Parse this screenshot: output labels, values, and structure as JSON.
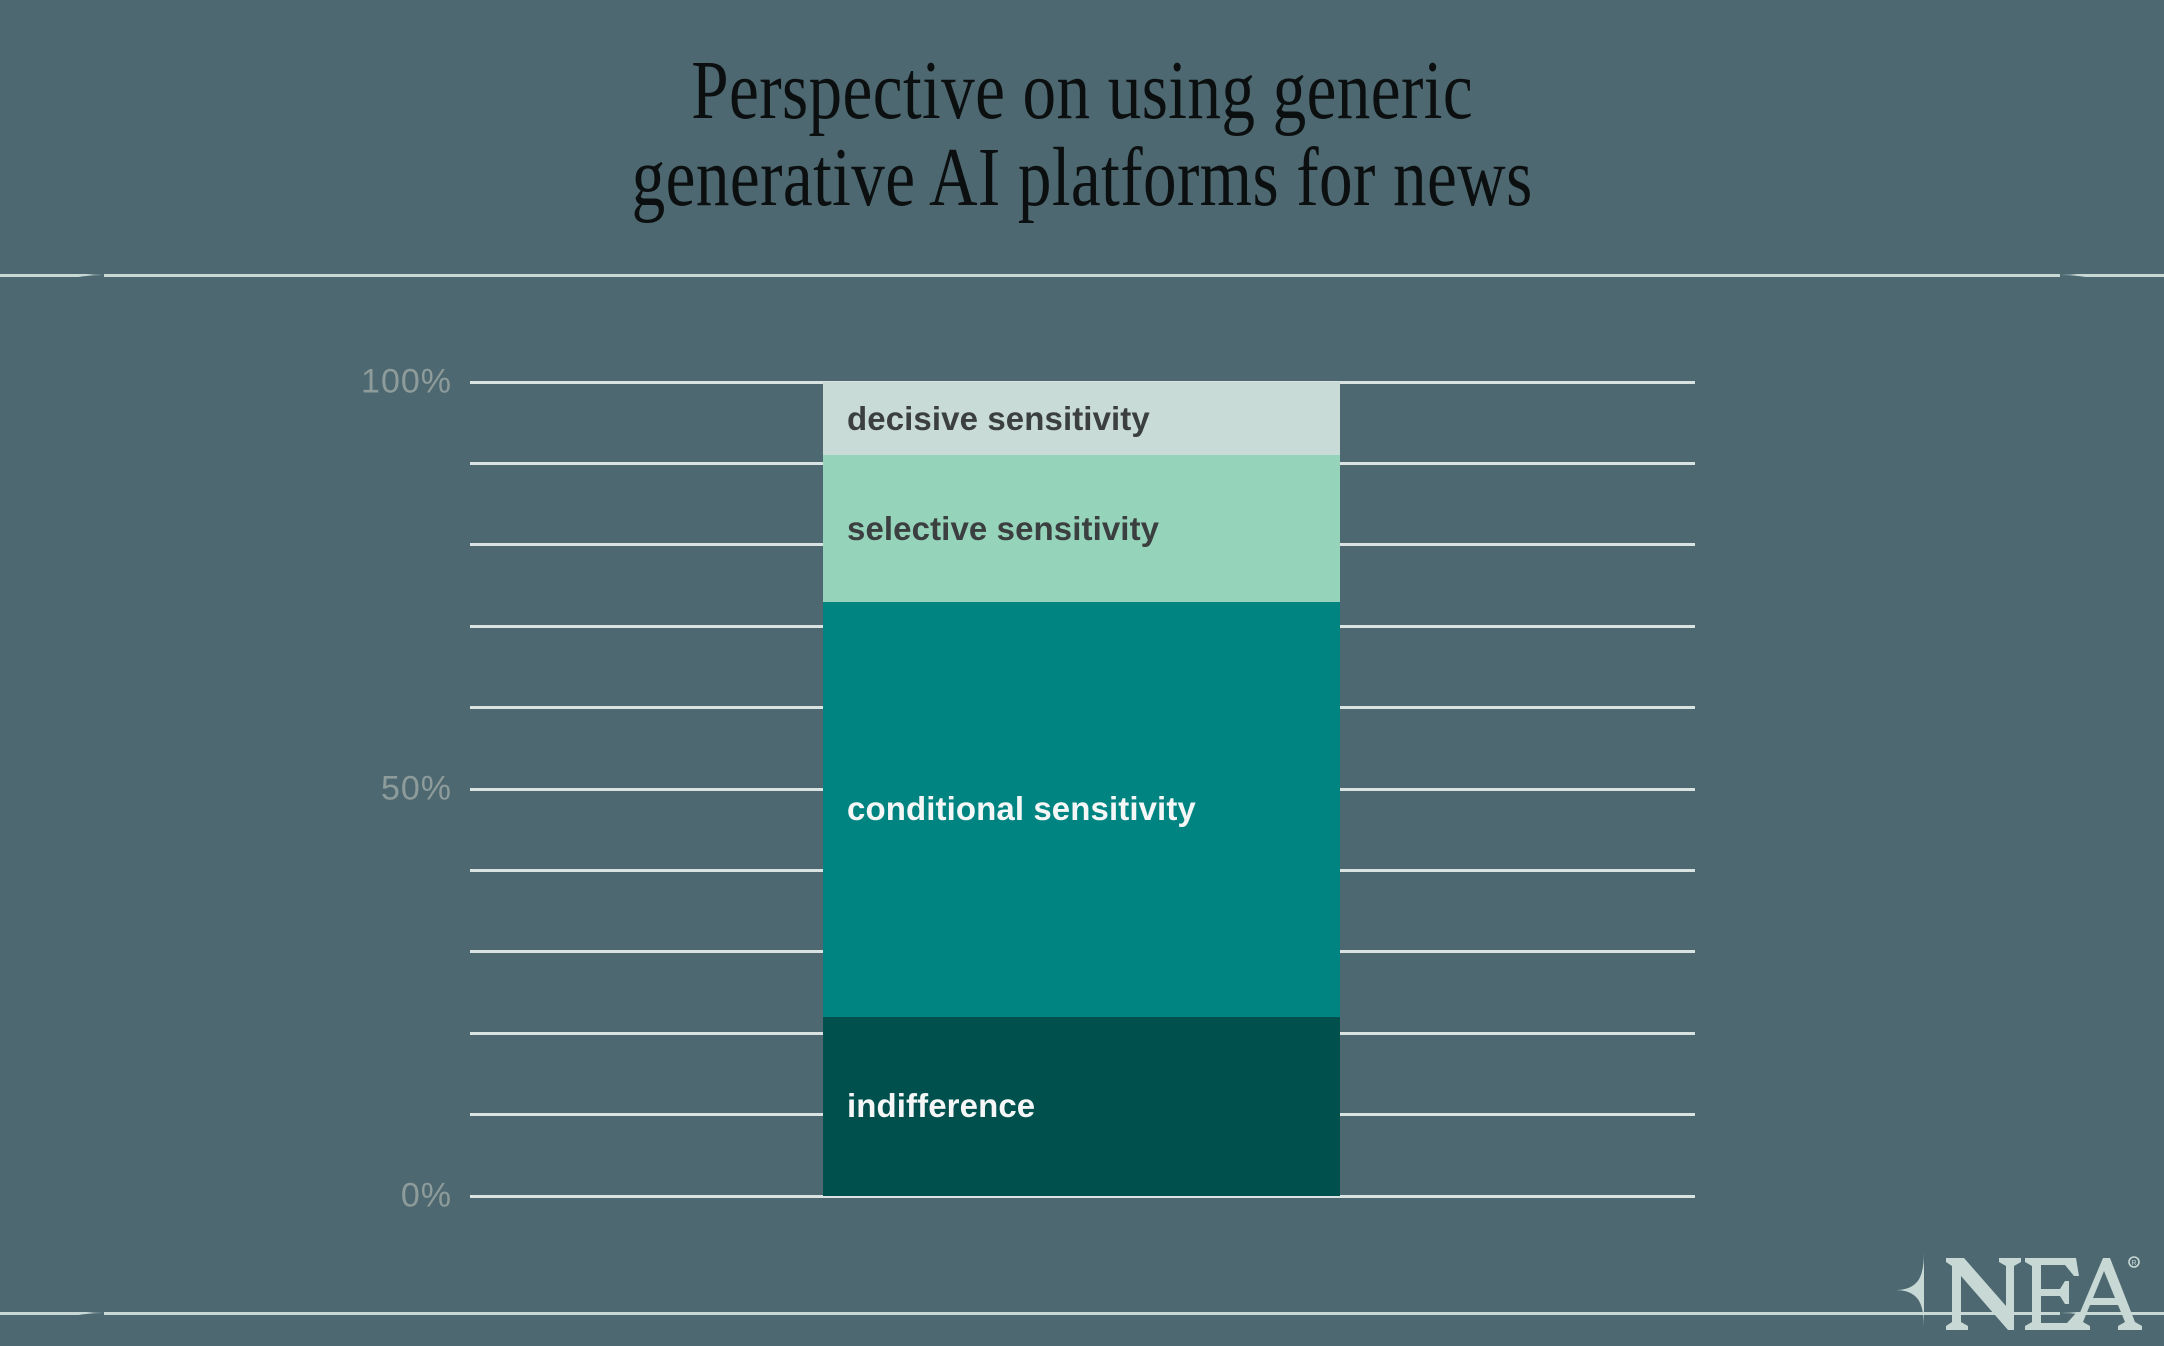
{
  "header": {
    "title": "Perspective on using generic\ngenerative AI platforms for news"
  },
  "colors": {
    "background": "#4d6870",
    "rule": "#c7d8d5",
    "gridline": "#d9e4e2",
    "tick_text": "#8d9b9a",
    "title_text": "#0c0f10",
    "label_dark": "#3b3f3f",
    "label_light": "#f4f7f5",
    "logo": "#c7d8d5"
  },
  "footer": {
    "logo_text": "NEA",
    "logo_registered": "®"
  },
  "chart_data": {
    "type": "bar",
    "title": "Perspective on using generic generative AI platforms for news",
    "subtitle": "",
    "xlabel": "",
    "ylabel": "",
    "stacked": true,
    "orientation": "vertical",
    "grid": true,
    "legend_position": "none",
    "categories": [
      ""
    ],
    "ylim": [
      0,
      100
    ],
    "yticks": [
      0,
      10,
      20,
      30,
      40,
      50,
      60,
      70,
      80,
      90,
      100
    ],
    "ytick_labels": [
      "0%",
      "",
      "",
      "",
      "",
      "50%",
      "",
      "",
      "",
      "",
      "100%"
    ],
    "ytick_labels_shown": [
      "0%",
      "50%",
      "100%"
    ],
    "series": [
      {
        "name": "indifference",
        "values": [
          22
        ],
        "color": "#00514e",
        "label_color": "#f4f7f5"
      },
      {
        "name": "conditional sensitivity",
        "values": [
          51
        ],
        "color": "#008482",
        "label_color": "#f4f7f5"
      },
      {
        "name": "selective sensitivity",
        "values": [
          18
        ],
        "color": "#95d4bb",
        "label_color": "#3b3f3f"
      },
      {
        "name": "decisive sensitivity",
        "values": [
          9
        ],
        "color": "#c8dbd6",
        "label_color": "#3b3f3f"
      }
    ]
  }
}
